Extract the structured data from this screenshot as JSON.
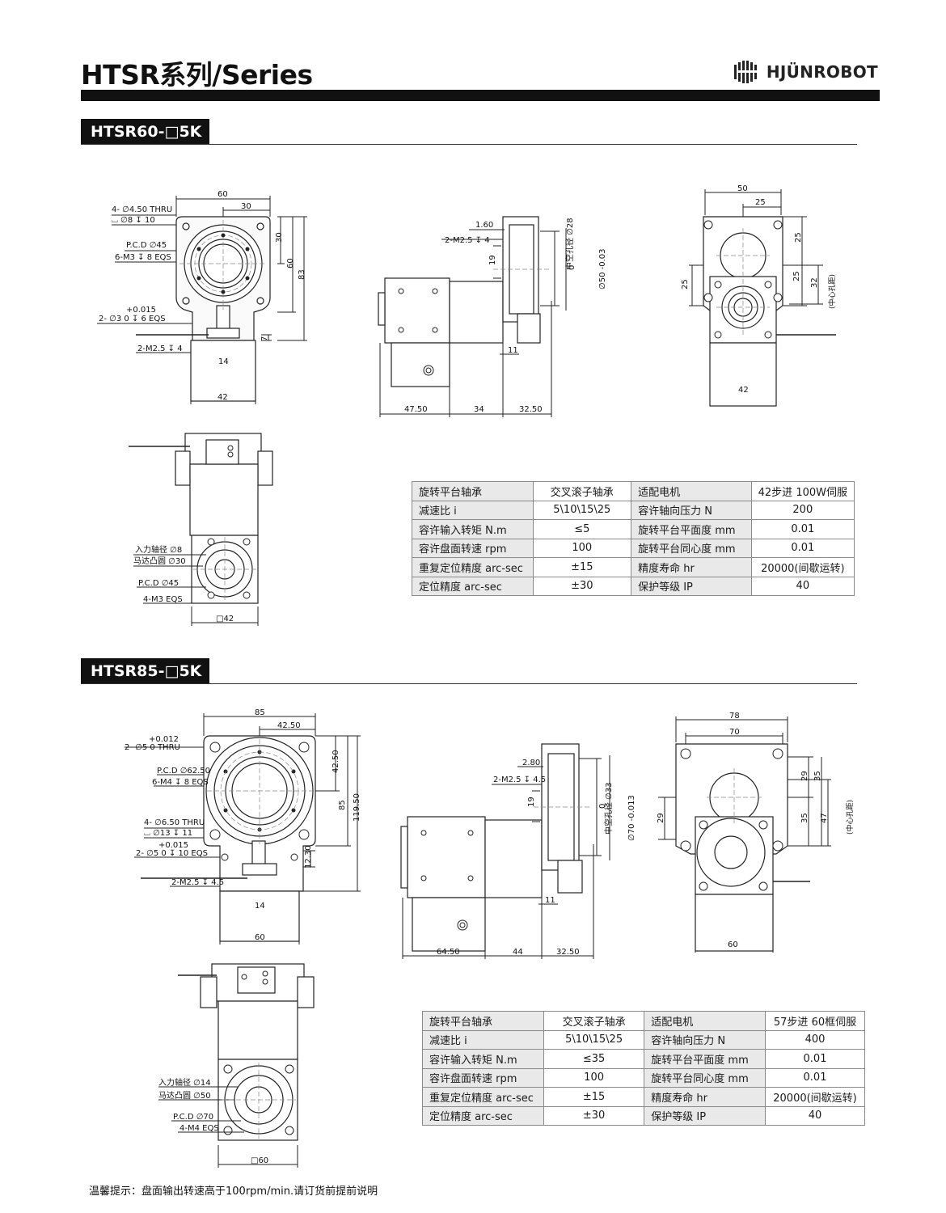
{
  "header": {
    "title": "HTSR系列/Series",
    "brand": "HJÜNROBOT"
  },
  "sections": [
    {
      "tag": "HTSR60-□5K",
      "front": {
        "w_top": "60",
        "w_half": "30",
        "h_30": "30",
        "h_60": "60",
        "h_83": "83",
        "d_7": "7",
        "w_14": "14",
        "w_42": "42",
        "n1": "4- ∅4.50 THRU",
        "n2": "⌴ ∅8 ↧ 10",
        "n3": "P.C.D ∅45",
        "n4": "6-M3 ↧ 8 EQS",
        "n5_top": "+0.015",
        "n5": "2- ∅3   0       ↧ 6 EQS",
        "n6": "2-M2.5 ↧ 4"
      },
      "side": {
        "d1": "1.60",
        "d2": "2-M2.5 ↧ 4",
        "d3": "19",
        "d4": "中空孔径 ∅28",
        "d5": "0",
        "d6": "∅50 -0.03",
        "d7": "11",
        "w1": "47.50",
        "w2": "34",
        "w3": "32.50"
      },
      "top": {
        "w50": "50",
        "w25": "25",
        "v25a": "25",
        "v25b": "25",
        "v25c": "25",
        "v32": "32",
        "center": "(中心孔距)",
        "w42": "42"
      },
      "bottom": {
        "n1": "入力轴径 ∅8",
        "n2": "马达凸圆 ∅30",
        "n3": "P.C.D ∅45",
        "n4": "4-M3 EQS",
        "w": "□42"
      },
      "specs": [
        [
          "旋转平台轴承",
          "交叉滚子轴承",
          "适配电机",
          "42步进 100W伺服"
        ],
        [
          "减速比 i",
          "5\\10\\15\\25",
          "容许轴向压力 N",
          "200"
        ],
        [
          "容许输入转矩 N.m",
          "≤5",
          "旋转平台平面度 mm",
          "0.01"
        ],
        [
          "容许盘面转速 rpm",
          "100",
          "旋转平台同心度 mm",
          "0.01"
        ],
        [
          "重复定位精度 arc-sec",
          "±15",
          "精度寿命 hr",
          "20000(间歇运转)"
        ],
        [
          "定位精度 arc-sec",
          "±30",
          "保护等级 IP",
          "40"
        ]
      ]
    },
    {
      "tag": "HTSR85-□5K",
      "front": {
        "w_top": "85",
        "w_half": "42.50",
        "h_a": "42.50",
        "h_b": "85",
        "h_c": "119.50",
        "d_small": "12.30",
        "w_14": "14",
        "w_bot": "60",
        "n0_top": "+0.012",
        "n0": "2- ∅5   0       THRU",
        "n1": "P.C.D ∅62.50",
        "n2": "6-M4 ↧ 8 EQS",
        "n3": "4- ∅6.50 THRU",
        "n4": "⌴ ∅13 ↧ 11",
        "n5_top": "+0.015",
        "n5": "2- ∅5   0     ↧ 10 EQS",
        "n6": "2-M2.5 ↧ 4.5"
      },
      "side": {
        "d1": "2.80",
        "d2": "2-M2.5 ↧ 4.5",
        "d3": "19",
        "d4": "中空孔径 ∅33",
        "d5": "0",
        "d6": "∅70 -0.013",
        "d7": "11",
        "w1": "64.50",
        "w2": "44",
        "w3": "32.50"
      },
      "top": {
        "w78": "78",
        "w70": "70",
        "v29a": "29",
        "v35a": "35",
        "v29b": "29",
        "v35b": "35",
        "v47": "47",
        "center": "(中心孔距)",
        "w60": "60"
      },
      "bottom": {
        "n1": "入力轴径 ∅14",
        "n2": "马达凸圆 ∅50",
        "n3": "P.C.D ∅70",
        "n4": "4-M4 EQS",
        "w": "□60"
      },
      "specs": [
        [
          "旋转平台轴承",
          "交叉滚子轴承",
          "适配电机",
          "57步进 60框伺服"
        ],
        [
          "减速比 i",
          "5\\10\\15\\25",
          "容许轴向压力 N",
          "400"
        ],
        [
          "容许输入转矩 N.m",
          "≤35",
          "旋转平台平面度 mm",
          "0.01"
        ],
        [
          "容许盘面转速 rpm",
          "100",
          "旋转平台同心度 mm",
          "0.01"
        ],
        [
          "重复定位精度 arc-sec",
          "±15",
          "精度寿命 hr",
          "20000(间歇运转)"
        ],
        [
          "定位精度 arc-sec",
          "±30",
          "保护等级 IP",
          "40"
        ]
      ]
    }
  ],
  "footer": {
    "note": "温馨提示：盘面输出转速高于100rpm/min.请订货前提前说明"
  }
}
